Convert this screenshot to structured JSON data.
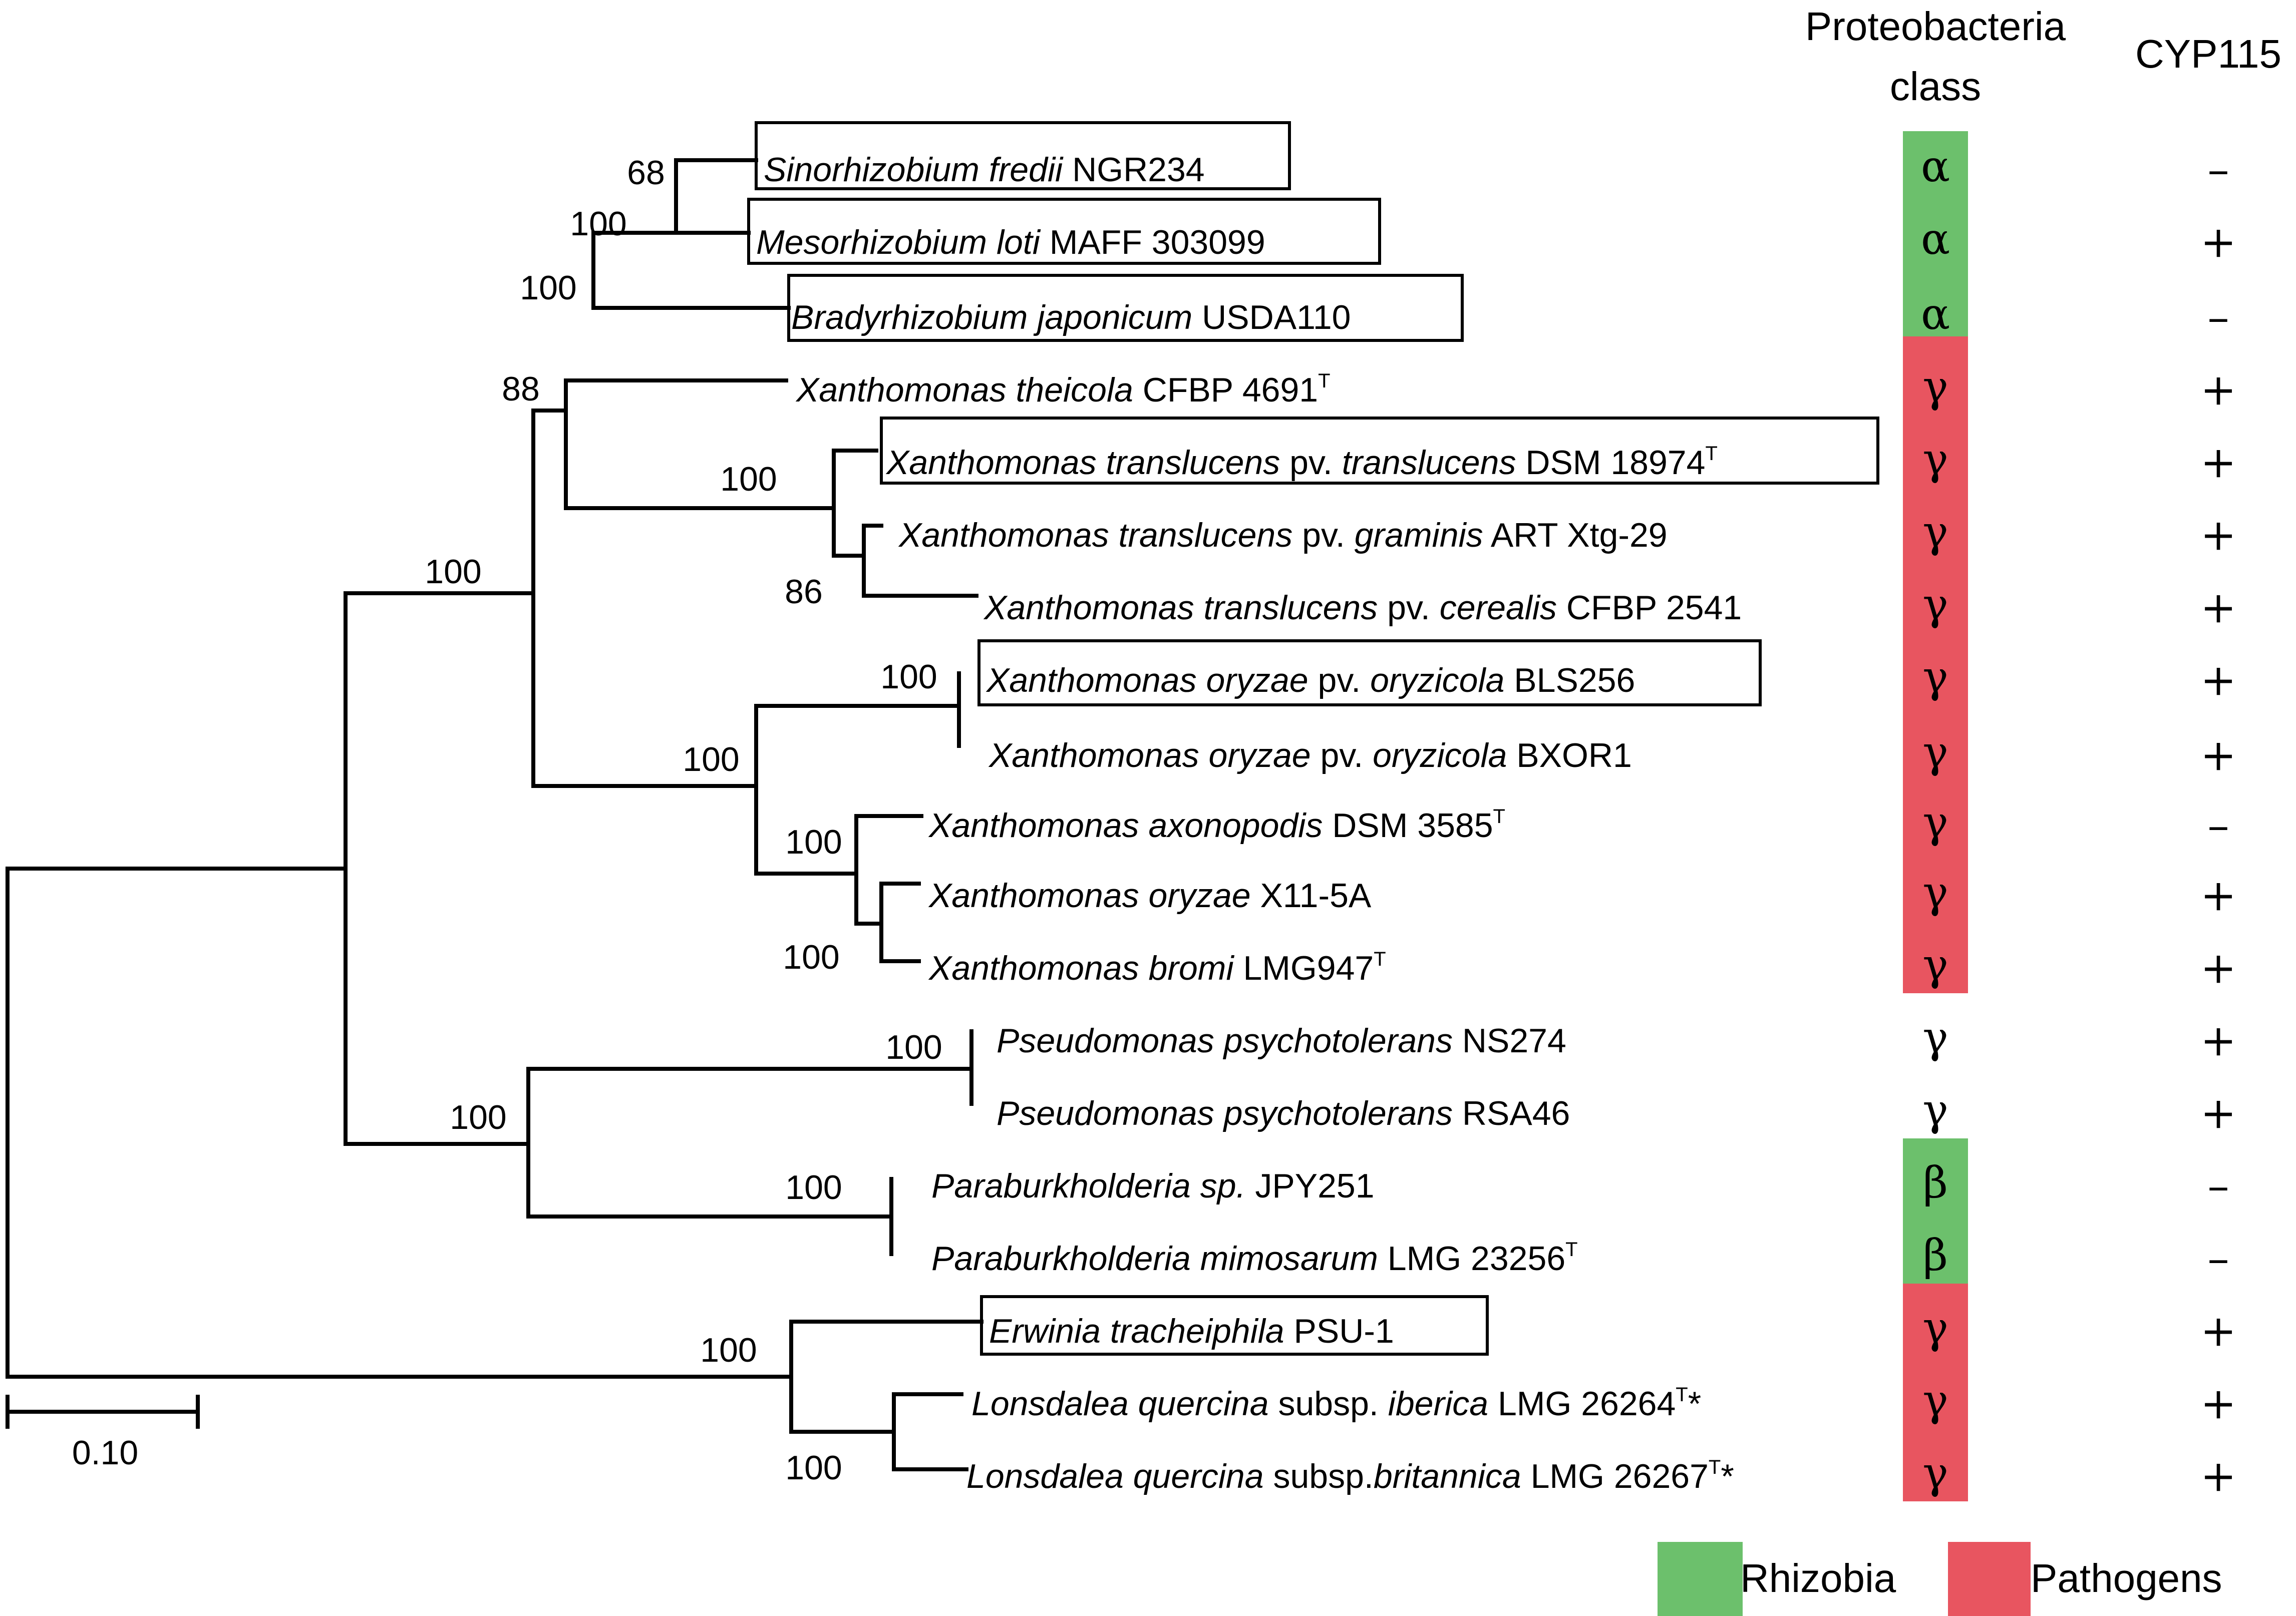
{
  "headers": {
    "class_line1": "Proteobacteria",
    "class_line2": "class",
    "cyp": "CYP115"
  },
  "taxa": [
    {
      "parts": [
        {
          "t": "Sinorhizobium fredii",
          "i": true
        },
        {
          "t": " NGR234"
        }
      ],
      "class": "α",
      "group": "rhizobia",
      "cyp": "–",
      "boxed": true
    },
    {
      "parts": [
        {
          "t": "Mesorhizobium loti",
          "i": true
        },
        {
          "t": " MAFF 303099"
        }
      ],
      "class": "α",
      "group": "rhizobia",
      "cyp": "+",
      "boxed": true
    },
    {
      "parts": [
        {
          "t": "Bradyrhizobium japonicum",
          "i": true
        },
        {
          "t": " USDA110"
        }
      ],
      "class": "α",
      "group": "rhizobia",
      "cyp": "–",
      "boxed": true
    },
    {
      "parts": [
        {
          "t": "Xanthomonas theicola",
          "i": true
        },
        {
          "t": " CFBP 4691"
        },
        {
          "t": "T",
          "sup": true
        }
      ],
      "class": "γ",
      "group": "pathogens",
      "cyp": "+",
      "boxed": false
    },
    {
      "parts": [
        {
          "t": "Xanthomonas translucens",
          "i": true
        },
        {
          "t": " pv. "
        },
        {
          "t": "translucens",
          "i": true
        },
        {
          "t": " DSM 18974"
        },
        {
          "t": "T",
          "sup": true
        }
      ],
      "class": "γ",
      "group": "pathogens",
      "cyp": "+",
      "boxed": true
    },
    {
      "parts": [
        {
          "t": "Xanthomonas translucens",
          "i": true
        },
        {
          "t": " pv. "
        },
        {
          "t": "graminis",
          "i": true
        },
        {
          "t": " ART Xtg-29"
        }
      ],
      "class": "γ",
      "group": "pathogens",
      "cyp": "+",
      "boxed": false
    },
    {
      "parts": [
        {
          "t": "Xanthomonas translucens",
          "i": true
        },
        {
          "t": " pv. "
        },
        {
          "t": "cerealis",
          "i": true
        },
        {
          "t": " CFBP 2541"
        }
      ],
      "class": "γ",
      "group": "pathogens",
      "cyp": "+",
      "boxed": false
    },
    {
      "parts": [
        {
          "t": "Xanthomonas oryzae",
          "i": true
        },
        {
          "t": " pv. "
        },
        {
          "t": "oryzicola",
          "i": true
        },
        {
          "t": " BLS256"
        }
      ],
      "class": "γ",
      "group": "pathogens",
      "cyp": "+",
      "boxed": true
    },
    {
      "parts": [
        {
          "t": "Xanthomonas oryzae",
          "i": true
        },
        {
          "t": " pv. "
        },
        {
          "t": "oryzicola",
          "i": true
        },
        {
          "t": " BXOR1"
        }
      ],
      "class": "γ",
      "group": "pathogens",
      "cyp": "+",
      "boxed": false
    },
    {
      "parts": [
        {
          "t": "Xanthomonas axonopodis",
          "i": true
        },
        {
          "t": " DSM 3585"
        },
        {
          "t": "T",
          "sup": true
        }
      ],
      "class": "γ",
      "group": "pathogens",
      "cyp": "–",
      "boxed": false
    },
    {
      "parts": [
        {
          "t": "Xanthomonas oryzae",
          "i": true
        },
        {
          "t": " X11-5A"
        }
      ],
      "class": "γ",
      "group": "pathogens",
      "cyp": "+",
      "boxed": false
    },
    {
      "parts": [
        {
          "t": "Xanthomonas bromi",
          "i": true
        },
        {
          "t": " LMG947"
        },
        {
          "t": "T",
          "sup": true
        }
      ],
      "class": "γ",
      "group": "pathogens",
      "cyp": "+",
      "boxed": false
    },
    {
      "parts": [
        {
          "t": "Pseudomonas psychotolerans",
          "i": true
        },
        {
          "t": " NS274"
        }
      ],
      "class": "γ",
      "group": "none",
      "cyp": "+",
      "boxed": false
    },
    {
      "parts": [
        {
          "t": "Pseudomonas psychotolerans",
          "i": true
        },
        {
          "t": " RSA46"
        }
      ],
      "class": "γ",
      "group": "none",
      "cyp": "+",
      "boxed": false
    },
    {
      "parts": [
        {
          "t": "Paraburkholderia sp.",
          "i": true
        },
        {
          "t": " JPY251"
        }
      ],
      "class": "β",
      "group": "rhizobia",
      "cyp": "–",
      "boxed": false
    },
    {
      "parts": [
        {
          "t": "Paraburkholderia mimosarum",
          "i": true
        },
        {
          "t": " LMG 23256"
        },
        {
          "t": "T",
          "sup": true
        }
      ],
      "class": "β",
      "group": "rhizobia",
      "cyp": "–",
      "boxed": false
    },
    {
      "parts": [
        {
          "t": "Erwinia tracheiphila",
          "i": true
        },
        {
          "t": " PSU-1"
        }
      ],
      "class": "γ",
      "group": "pathogens",
      "cyp": "+",
      "boxed": true
    },
    {
      "parts": [
        {
          "t": "Lonsdalea quercina",
          "i": true
        },
        {
          "t": " subsp. "
        },
        {
          "t": "iberica",
          "i": true
        },
        {
          "t": " LMG 26264"
        },
        {
          "t": "T",
          "sup": true
        },
        {
          "t": "*"
        }
      ],
      "class": "γ",
      "group": "pathogens",
      "cyp": "+",
      "boxed": false
    },
    {
      "parts": [
        {
          "t": "Lonsdalea quercina",
          "i": true
        },
        {
          "t": " subsp."
        },
        {
          "t": "britannica",
          "i": true
        },
        {
          "t": " LMG 26267"
        },
        {
          "t": "T",
          "sup": true
        },
        {
          "t": "*"
        }
      ],
      "class": "γ",
      "group": "pathogens",
      "cyp": "+",
      "boxed": false
    }
  ],
  "bootstrap": [
    "68",
    "100",
    "100",
    "88",
    "100",
    "86",
    "100",
    "100",
    "100",
    "100",
    "100",
    "100",
    "100",
    "100",
    "100",
    "100"
  ],
  "scale_bar": {
    "label": "0.10",
    "value": 0.1
  },
  "legend": {
    "rhizobia": "Rhizobia",
    "pathogens": "Pathogens"
  },
  "colors": {
    "rhizobia": "#6cc06c",
    "pathogens": "#e85560",
    "branch": "#000000"
  }
}
